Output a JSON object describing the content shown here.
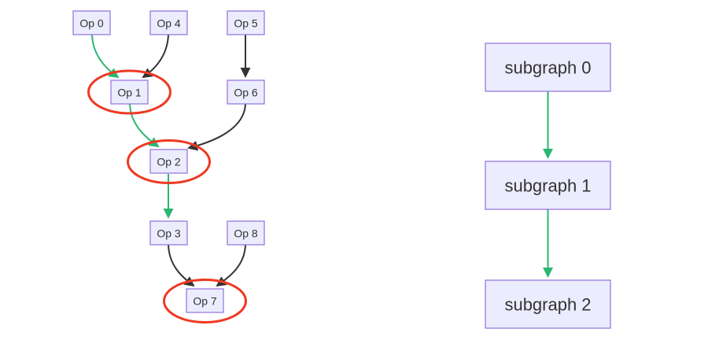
{
  "left_graph": {
    "nodes": [
      {
        "id": "op0",
        "label": "Op 0",
        "highlighted": false
      },
      {
        "id": "op1",
        "label": "Op 1",
        "highlighted": true
      },
      {
        "id": "op2",
        "label": "Op 2",
        "highlighted": true
      },
      {
        "id": "op3",
        "label": "Op 3",
        "highlighted": false
      },
      {
        "id": "op4",
        "label": "Op 4",
        "highlighted": false
      },
      {
        "id": "op5",
        "label": "Op 5",
        "highlighted": false
      },
      {
        "id": "op6",
        "label": "Op 6",
        "highlighted": false
      },
      {
        "id": "op7",
        "label": "Op 7",
        "highlighted": true
      },
      {
        "id": "op8",
        "label": "Op 8",
        "highlighted": false
      }
    ],
    "edges": [
      {
        "from": "Op 0",
        "to": "Op 1",
        "color": "green"
      },
      {
        "from": "Op 4",
        "to": "Op 1",
        "color": "black"
      },
      {
        "from": "Op 5",
        "to": "Op 6",
        "color": "black"
      },
      {
        "from": "Op 1",
        "to": "Op 2",
        "color": "green"
      },
      {
        "from": "Op 6",
        "to": "Op 2",
        "color": "black"
      },
      {
        "from": "Op 2",
        "to": "Op 3",
        "color": "green"
      },
      {
        "from": "Op 3",
        "to": "Op 7",
        "color": "black"
      },
      {
        "from": "Op 8",
        "to": "Op 7",
        "color": "black"
      }
    ]
  },
  "right_graph": {
    "nodes": [
      {
        "id": "subgraph0",
        "label": "subgraph 0"
      },
      {
        "id": "subgraph1",
        "label": "subgraph 1"
      },
      {
        "id": "subgraph2",
        "label": "subgraph 2"
      }
    ],
    "edges": [
      {
        "from": "subgraph 0",
        "to": "subgraph 1",
        "color": "green"
      },
      {
        "from": "subgraph 1",
        "to": "subgraph 2",
        "color": "green"
      }
    ]
  },
  "colors": {
    "node_fill": "#ECECFF",
    "node_border": "#9370DB",
    "edge_green": "#2BB673",
    "edge_black": "#333333",
    "highlight_red": "#EE3A23"
  }
}
